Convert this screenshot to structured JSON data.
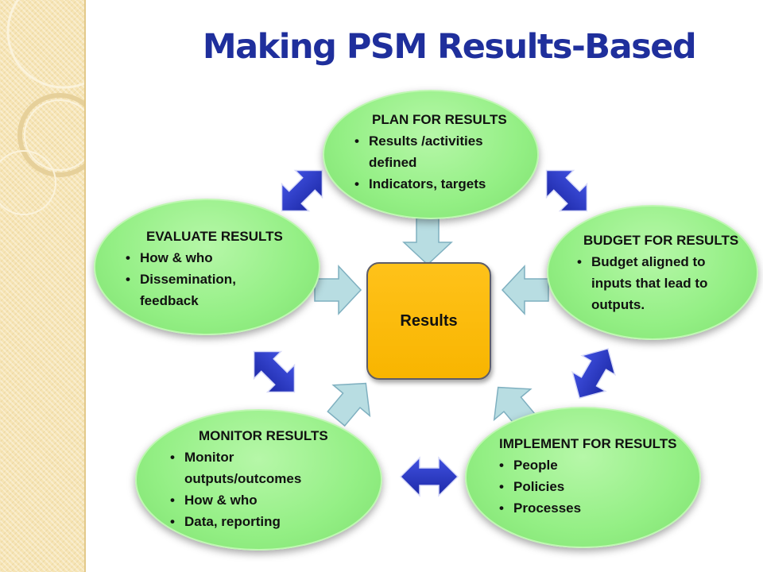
{
  "title": "Making PSM Results-Based",
  "center": {
    "label": "Results"
  },
  "nodes": {
    "plan": {
      "heading": "PLAN FOR RESULTS",
      "bullets": [
        "Results /activities",
        "Indicators, targets"
      ],
      "continuations": [
        "defined"
      ]
    },
    "budget": {
      "heading": "BUDGET FOR RESULTS",
      "line1": "Budget aligned to",
      "line2": "inputs  that lead to",
      "line3": "outputs."
    },
    "evaluate": {
      "heading": "EVALUATE RESULTS",
      "b1": "How & who",
      "b2": "Dissemination,",
      "b2cont": "feedback"
    },
    "monitor": {
      "heading": "MONITOR RESULTS",
      "b1": "Monitor",
      "b1cont": "outputs/outcomes",
      "b2": "How & who",
      "b3": "Data, reporting"
    },
    "implement": {
      "heading": "IMPLEMENT FOR RESULTS",
      "b1": "People",
      "b2": "Policies",
      "b3": "Processes"
    }
  },
  "colors": {
    "title": "#1f2f9c",
    "ellipse_fill": "#93ef84",
    "results_fill": "#f8b500",
    "arrow_blue": "#2d3cc8",
    "arrow_light": "#b8dde2"
  }
}
